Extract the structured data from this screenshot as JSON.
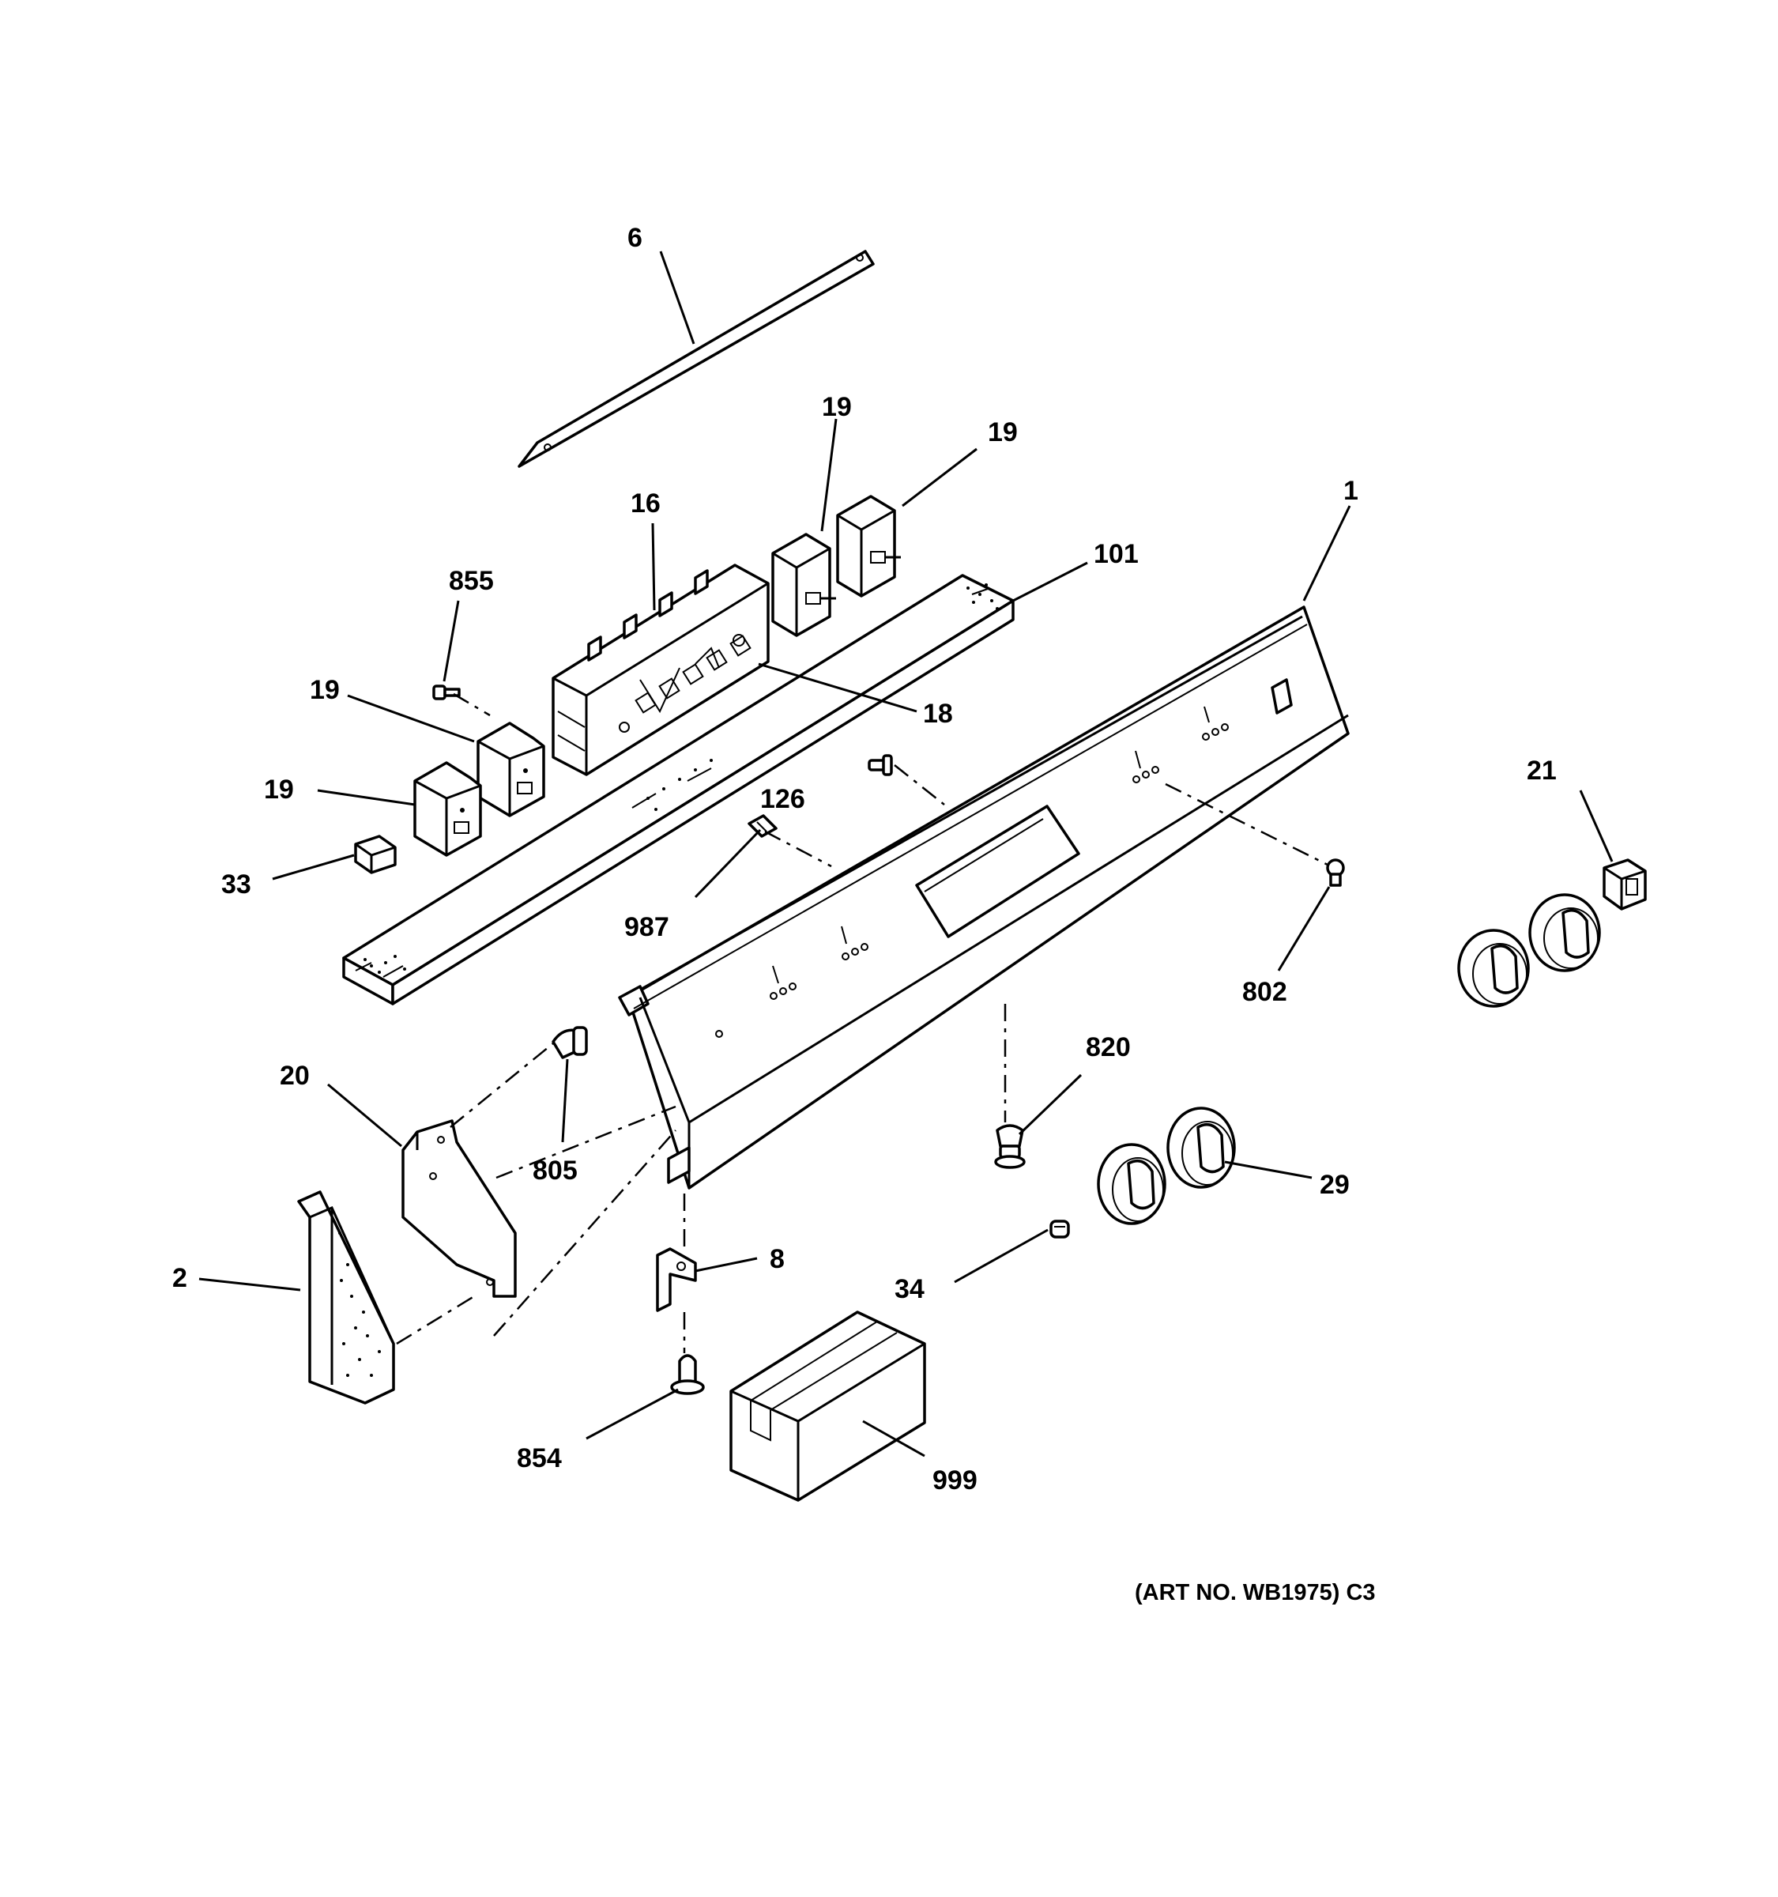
{
  "callouts": {
    "c6": "6",
    "c19a": "19",
    "c19b": "19",
    "c19c": "19",
    "c19d": "19",
    "c16": "16",
    "c1": "1",
    "c101": "101",
    "c855": "855",
    "c18": "18",
    "c21": "21",
    "c126": "126",
    "c33": "33",
    "c987": "987",
    "c802": "802",
    "c820": "820",
    "c20": "20",
    "c805": "805",
    "c29": "29",
    "c2": "2",
    "c8": "8",
    "c34": "34",
    "c854": "854",
    "c999": "999"
  },
  "art_number": "(ART NO. WB1975) C3"
}
